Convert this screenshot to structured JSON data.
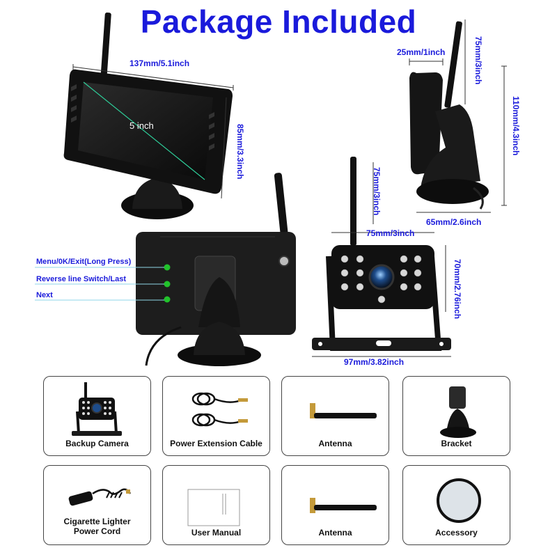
{
  "title": "Package Included",
  "dimensions": {
    "monitor_width": "137mm/5.1inch",
    "monitor_height": "85mm/3.3inch",
    "monitor_diag": "5 inch",
    "side_depth": "25mm/1inch",
    "side_antenna": "75mm/3inch",
    "side_height": "110mm/4.3inch",
    "side_base": "65mm/2.6inch",
    "cam_antenna": "75mm/3inch",
    "cam_width": "75mm/3inch",
    "cam_height": "70mm/2.76inch",
    "cam_bracket": "97mm/3.82inch"
  },
  "buttons": {
    "menu": "Menu/0K/Exit(Long Press)",
    "reverse": "Reverse line Switch/Last",
    "next": "Next"
  },
  "items": [
    {
      "label": "Backup Camera"
    },
    {
      "label": "Power Extension Cable"
    },
    {
      "label": "Antenna"
    },
    {
      "label": "Bracket"
    },
    {
      "label": "Cigarette Lighter\nPower Cord"
    },
    {
      "label": "User Manual"
    },
    {
      "label": "Antenna"
    },
    {
      "label": "Accessory"
    }
  ],
  "colors": {
    "accent": "#1a1adb",
    "led": "#21c22b",
    "device": "#111111"
  }
}
